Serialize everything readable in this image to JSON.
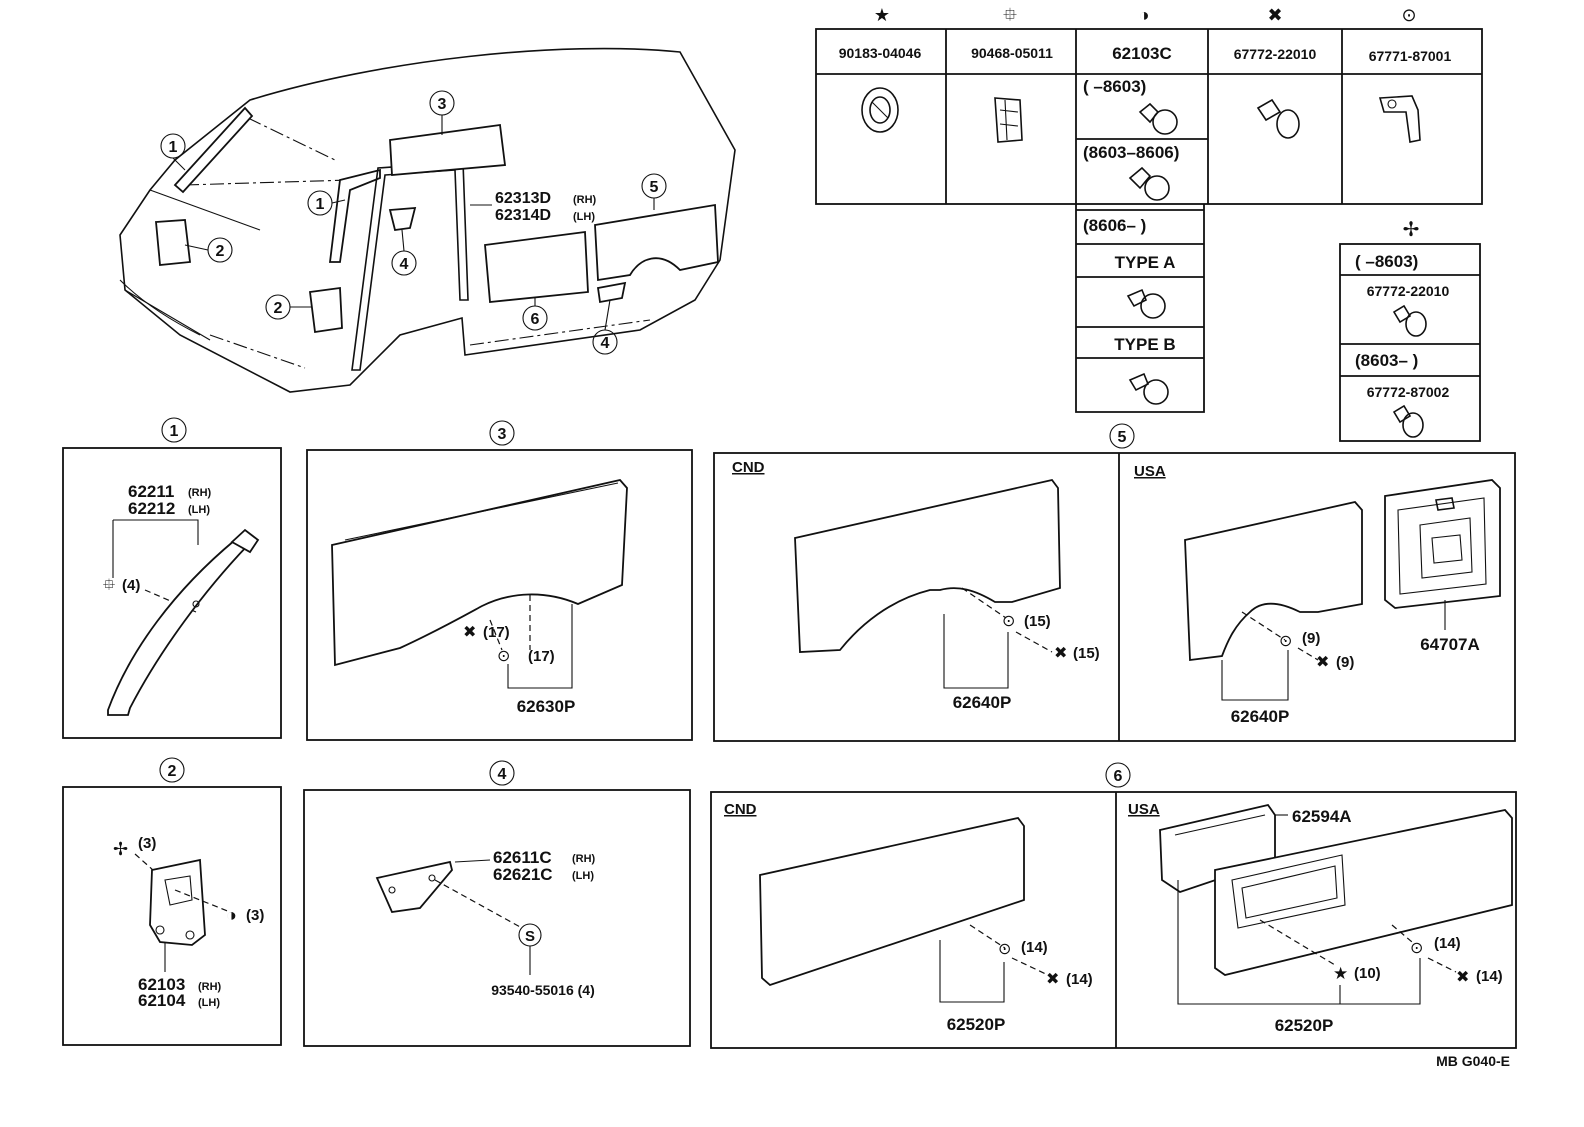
{
  "legend_table": {
    "symbols": [
      "★",
      "⯐",
      "◑",
      "✖",
      "⊙"
    ],
    "headers": [
      "90183-04046",
      "90468-05011",
      "62103C",
      "67772-22010",
      "67771-87001"
    ],
    "col3_rows": [
      "(      –8603)",
      "(8603–8606)",
      "(8606–         )",
      "TYPE A",
      "TYPE B"
    ],
    "extra": {
      "symbol": "✢",
      "rows": [
        "(      –8603)",
        "67772-22010",
        "(8603–         )",
        "67772-87002"
      ]
    }
  },
  "overview": {
    "callouts": [
      "1",
      "2",
      "3",
      "4",
      "5",
      "6"
    ],
    "part_62313": "62313D",
    "part_62314": "62314D",
    "rh": "(RH)",
    "lh": "(LH)"
  },
  "panel1": {
    "title": "1",
    "part_a": "62211",
    "part_b": "62212",
    "rh": "(RH)",
    "lh": "(LH)",
    "qty": "(4)"
  },
  "panel2": {
    "title": "2",
    "part_a": "62103",
    "part_b": "62104",
    "rh": "(RH)",
    "lh": "(LH)",
    "qty_a": "(3)",
    "qty_b": "(3)"
  },
  "panel3": {
    "title": "3",
    "part": "62630P",
    "qty_a": "(17)",
    "qty_b": "(17)"
  },
  "panel4": {
    "title": "4",
    "part_a": "62611C",
    "part_b": "62621C",
    "rh": "(RH)",
    "lh": "(LH)",
    "screw": "93540-55016 (4)"
  },
  "panel5": {
    "title": "5",
    "cnd_label": "CND",
    "usa_label": "USA",
    "cnd_part": "62640P",
    "cnd_qty_a": "(15)",
    "cnd_qty_b": "(15)",
    "usa_part": "62640P",
    "usa_qty_a": "(9)",
    "usa_qty_b": "(9)",
    "usa_extra_part": "64707A"
  },
  "panel6": {
    "title": "6",
    "cnd_label": "CND",
    "usa_label": "USA",
    "cnd_part": "62520P",
    "cnd_qty_a": "(14)",
    "cnd_qty_b": "(14)",
    "usa_part": "62520P",
    "usa_extra_part": "62594A",
    "usa_qty_a": "(14)",
    "usa_qty_b": "(10)",
    "usa_qty_c": "(14)"
  },
  "footer_code": "MB  G040-E"
}
